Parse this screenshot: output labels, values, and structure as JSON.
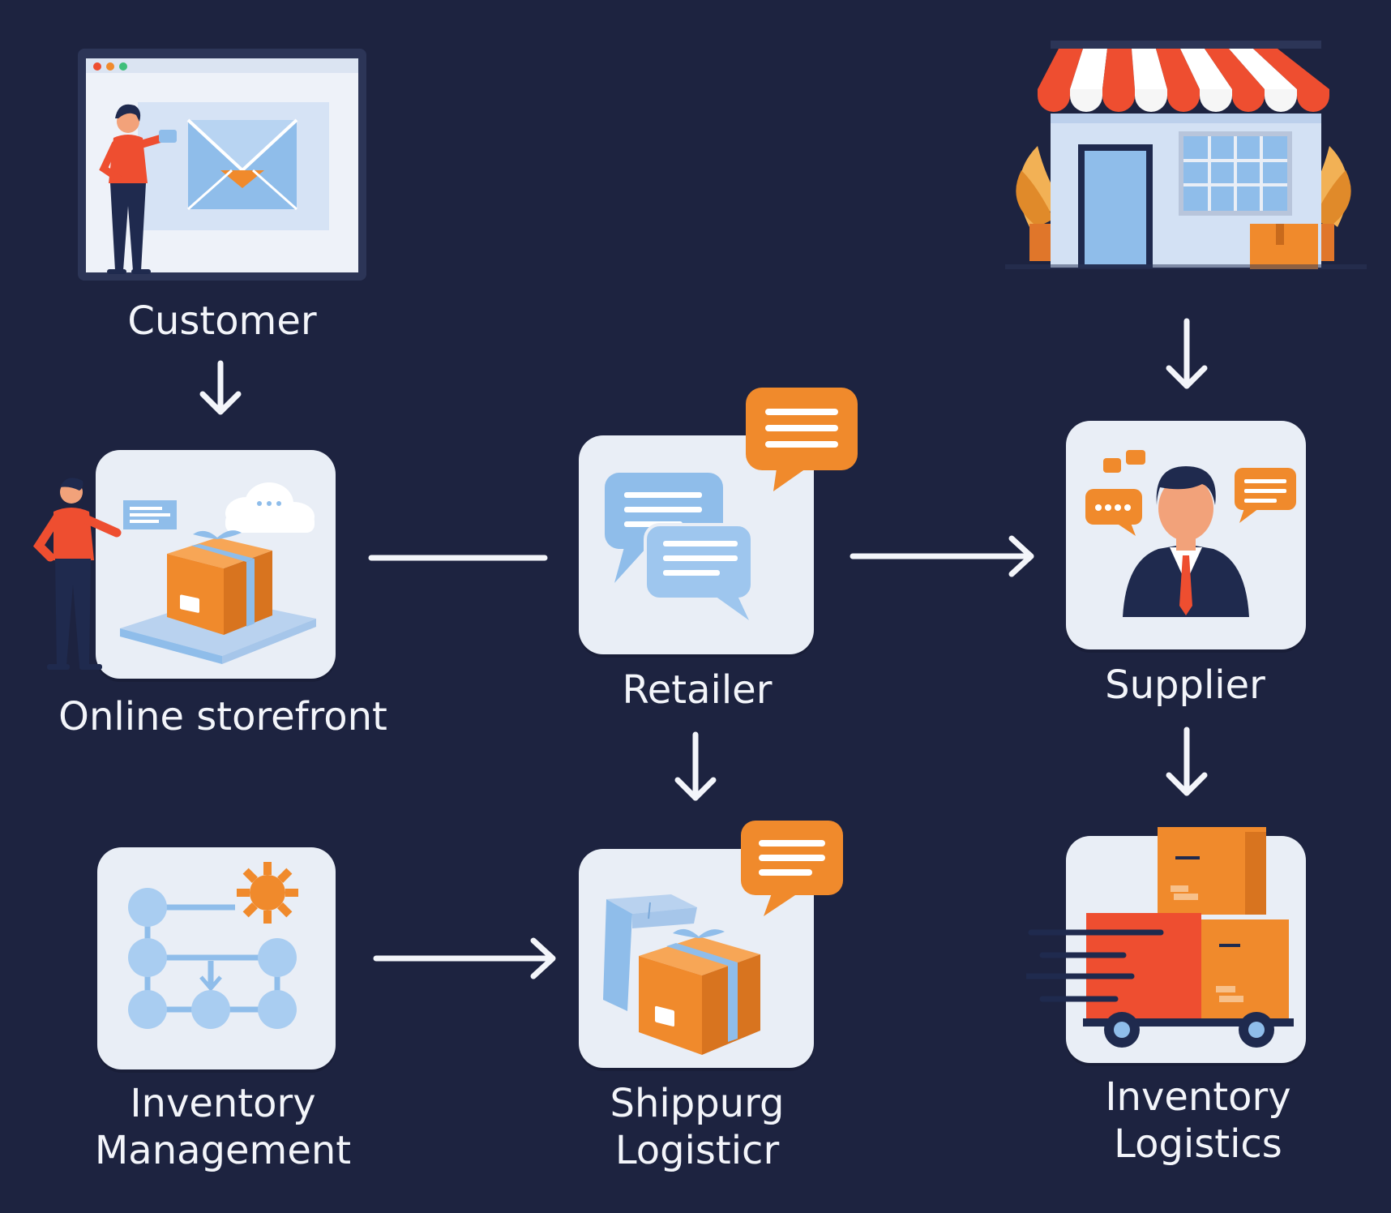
{
  "nodes": {
    "customer": {
      "label": "Customer",
      "icon": "browser-email-icon"
    },
    "storefront": {
      "label": "Online storefront",
      "icon": "package-platform-icon"
    },
    "retailer": {
      "label": "Retailer",
      "icon": "chat-bubbles-icon"
    },
    "supplier": {
      "label": "Supplier",
      "icon": "businessman-icon"
    },
    "store": {
      "icon": "storefront-awning-icon"
    },
    "inventory_management": {
      "label_line1": "Inventory",
      "label_line2": "Management",
      "icon": "workflow-nodes-icon"
    },
    "shipping_logistics": {
      "label_line1": "Shippurg",
      "label_line2": "Logisticr",
      "icon": "shipping-box-icon"
    },
    "inventory_logistics": {
      "label_line1": "Inventory",
      "label_line2": "Logistics",
      "icon": "delivery-truck-icon"
    }
  },
  "colors": {
    "background": "#1d2340",
    "card": "#e9eef6",
    "orange": "#f08a2c",
    "blue": "#8fbdea",
    "red": "#ee4e30",
    "navy": "#1f2a4e",
    "text": "#f3f5fa"
  }
}
